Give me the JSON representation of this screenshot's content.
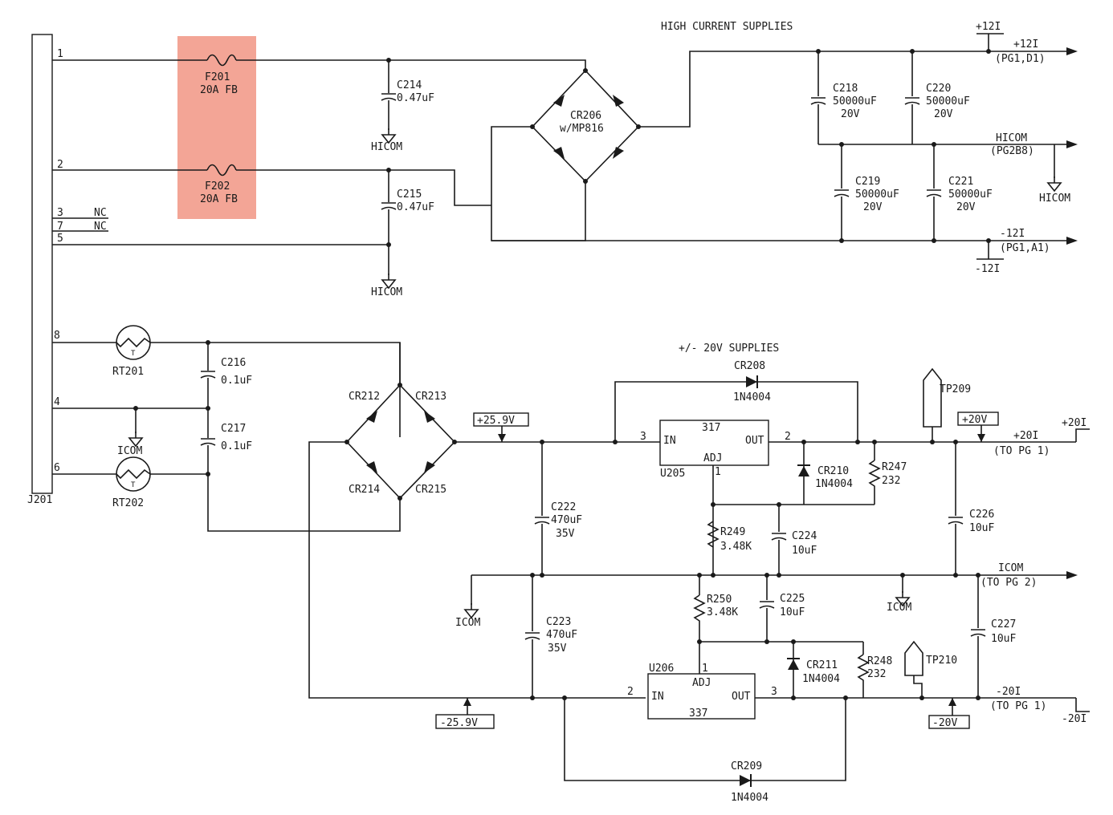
{
  "colors": {
    "ink": "#1a1a1a",
    "highlight": "#f3a596",
    "background": "#ffffff"
  },
  "titles": {
    "high_current": "HIGH CURRENT SUPPLIES",
    "supplies_20v": "+/- 20V SUPPLIES"
  },
  "connector": {
    "ref": "J201",
    "pins": {
      "p1": "1",
      "p2": "2",
      "p3": "3",
      "p7": "7",
      "p5": "5",
      "p8": "8",
      "p4": "4",
      "p6": "6"
    },
    "nc": "NC"
  },
  "fuses": {
    "f201": {
      "ref": "F201",
      "value": "20A FB"
    },
    "f202": {
      "ref": "F202",
      "value": "20A FB"
    }
  },
  "caps": {
    "c214": {
      "ref": "C214",
      "value": "0.47uF"
    },
    "c215": {
      "ref": "C215",
      "value": "0.47uF"
    },
    "c218": {
      "ref": "C218",
      "value": "50000uF",
      "volt": "20V"
    },
    "c220": {
      "ref": "C220",
      "value": "50000uF",
      "volt": "20V"
    },
    "c219": {
      "ref": "C219",
      "value": "50000uF",
      "volt": "20V"
    },
    "c221": {
      "ref": "C221",
      "value": "50000uF",
      "volt": "20V"
    },
    "c216": {
      "ref": "C216",
      "value": "0.1uF"
    },
    "c217": {
      "ref": "C217",
      "value": "0.1uF"
    },
    "c222": {
      "ref": "C222",
      "value": "470uF",
      "volt": "35V"
    },
    "c223": {
      "ref": "C223",
      "value": "470uF",
      "volt": "35V"
    },
    "c224": {
      "ref": "C224",
      "value": "10uF"
    },
    "c225": {
      "ref": "C225",
      "value": "10uF"
    },
    "c226": {
      "ref": "C226",
      "value": "10uF"
    },
    "c227": {
      "ref": "C227",
      "value": "10uF"
    }
  },
  "bridge": {
    "ref": "CR206",
    "part": "w/MP816"
  },
  "diodes": {
    "cr212": "CR212",
    "cr213": "CR213",
    "cr214": "CR214",
    "cr215": "CR215",
    "cr208": {
      "ref": "CR208",
      "part": "1N4004"
    },
    "cr210": {
      "ref": "CR210",
      "part": "1N4004"
    },
    "cr211": {
      "ref": "CR211",
      "part": "1N4004"
    },
    "cr209": {
      "ref": "CR209",
      "part": "1N4004"
    }
  },
  "thermistors": {
    "rt201": "RT201",
    "rt202": "RT202",
    "t": "T"
  },
  "resistors": {
    "r247": {
      "ref": "R247",
      "value": "232"
    },
    "r248": {
      "ref": "R248",
      "value": "232"
    },
    "r249": {
      "ref": "R249",
      "value": "3.48K"
    },
    "r250": {
      "ref": "R250",
      "value": "3.48K"
    }
  },
  "regulators": {
    "u205": {
      "ref": "U205",
      "part": "317",
      "in": "IN",
      "out": "OUT",
      "adj": "ADJ",
      "pin_in": "3",
      "pin_out": "2",
      "pin_adj": "1"
    },
    "u206": {
      "ref": "U206",
      "part": "337",
      "in": "IN",
      "out": "OUT",
      "adj": "ADJ",
      "pin_in": "2",
      "pin_out": "3",
      "pin_adj": "1"
    }
  },
  "testpoints": {
    "tp209": "TP209",
    "tp210": "TP210"
  },
  "grounds": {
    "hicom": "HICOM",
    "icom": "ICOM"
  },
  "nets": {
    "p12i_top": "+12I",
    "p12i_arrow": "+12I",
    "p12i_dest": "(PG1,D1)",
    "hicom_arrow": "HICOM",
    "hicom_dest": "(PG2B8)",
    "m12i_arrow": "-12I",
    "m12i_dest": "(PG1,A1)",
    "m12i_bottom": "-12I",
    "p259v": "+25.9V",
    "m259v": "-25.9V",
    "p20v": "+20V",
    "m20v": "-20V",
    "p20i_arrow": "+20I",
    "p20i_dest": "(TO PG 1)",
    "p20i_right": "+20I",
    "icom_arrow": "ICOM",
    "icom_dest": "(TO PG 2)",
    "m20i_arrow": "-20I",
    "m20i_dest": "(TO PG 1)",
    "m20i_right": "-20I"
  }
}
